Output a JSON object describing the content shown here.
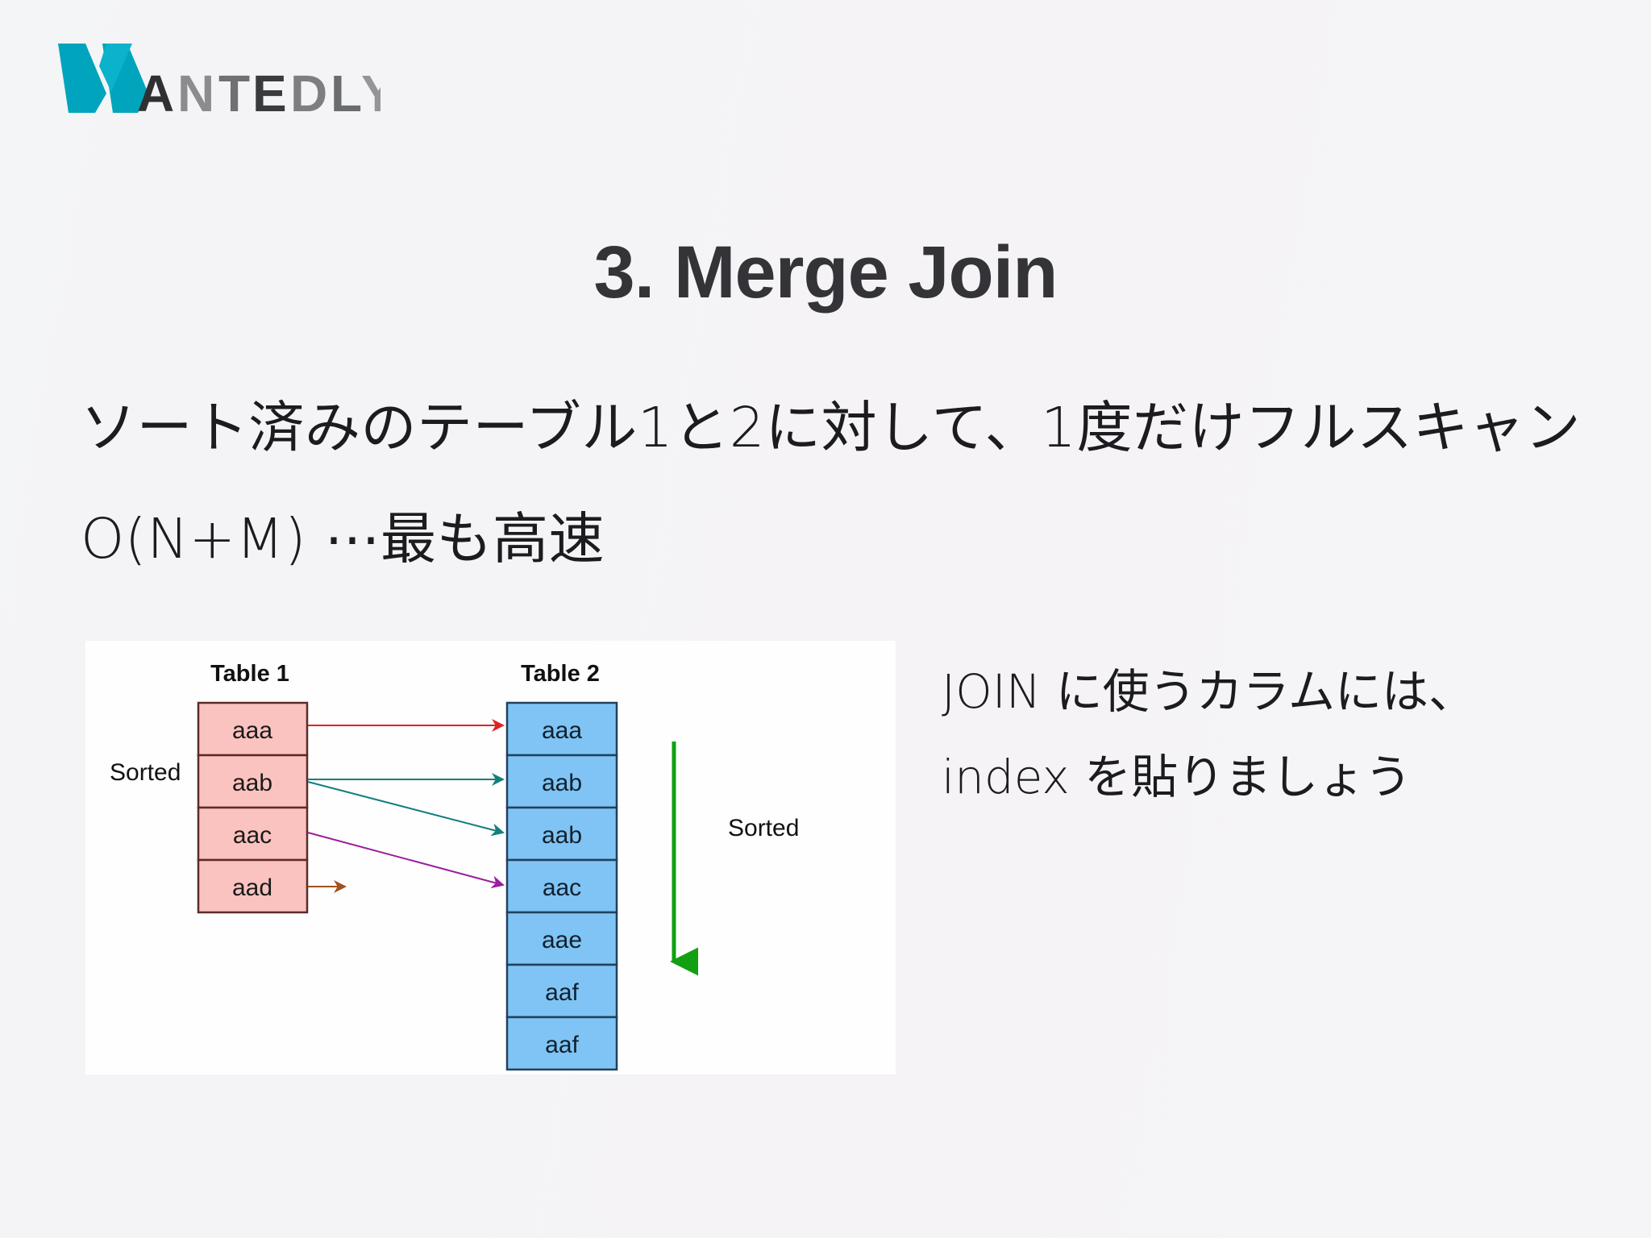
{
  "slide": {
    "background_color": "#f4f4f6",
    "title": "3. Merge Join",
    "title_color": "#333338"
  },
  "logo": {
    "name": "wantedly-logo",
    "mark_letter": "W",
    "mark_color": "#00a4bd",
    "wordmark": "ANTEDLY",
    "wordmark_color": "#58595b"
  },
  "body": {
    "line1": "ソート済みのテーブル1と2に対して、1度だけフルスキャン",
    "line2": "O(N+M) ⋯最も高速"
  },
  "side_note": {
    "line1": "JOIN に使うカラムには、",
    "line2": "index を貼りましょう"
  },
  "figure": {
    "background_color": "#fefefe",
    "table1": {
      "title": "Table 1",
      "fill": "#fbc3c0",
      "stroke": "#5c2b28",
      "rows": [
        "aaa",
        "aab",
        "aac",
        "aad"
      ]
    },
    "table2": {
      "title": "Table 2",
      "fill": "#7fc4f4",
      "stroke": "#22405c",
      "rows": [
        "aaa",
        "aab",
        "aab",
        "aac",
        "aae",
        "aaf",
        "aaf"
      ]
    },
    "sorted_left": {
      "label": "Sorted",
      "arrow_color": "#12a012"
    },
    "sorted_right": {
      "label": "Sorted",
      "arrow_color": "#12a012"
    },
    "connections": [
      {
        "from": "aaa",
        "to": "aaa",
        "color": "#e02222"
      },
      {
        "from": "aab",
        "to": "aab",
        "color": "#12807c"
      },
      {
        "from": "aab",
        "to": "aab",
        "color": "#12807c"
      },
      {
        "from": "aac",
        "to": "aac",
        "color": "#9b1f9b"
      },
      {
        "from": "aad",
        "to": "",
        "color": "#a0521d"
      }
    ]
  }
}
